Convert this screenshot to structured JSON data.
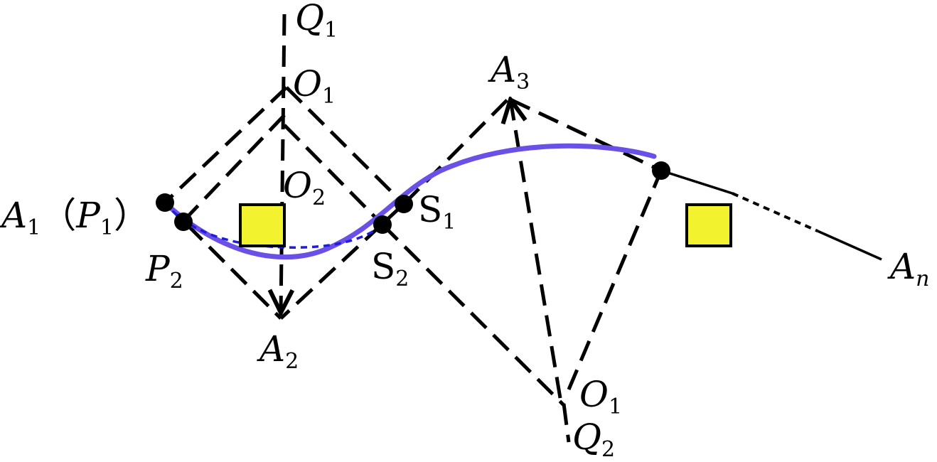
{
  "colors": {
    "path_curve": "#6a50e6",
    "dashed_curve": "#1d1de0",
    "obstacle_fill": "#f2f22e",
    "line": "#000000"
  },
  "labels": {
    "q1": {
      "main": "Q",
      "sub": "1"
    },
    "o1_top": {
      "main": "O",
      "sub": "1"
    },
    "o2": {
      "main": "O",
      "sub": "2"
    },
    "a1_p1": {
      "main": "A",
      "sub": "1",
      "paren_open": "（",
      "main2": "P",
      "sub2": "1",
      "paren_close": "）"
    },
    "p2": {
      "main": "P",
      "sub": "2"
    },
    "a2": {
      "main": "A",
      "sub": "2"
    },
    "s1": {
      "main": "S",
      "sub": "1"
    },
    "s2": {
      "main": "S",
      "sub": "2"
    },
    "a3": {
      "main": "A",
      "sub": "3"
    },
    "o1_bottom": {
      "main": "O",
      "sub": "1"
    },
    "q2": {
      "main": "Q",
      "sub": "2"
    },
    "an": {
      "main": "A",
      "sub": "n"
    }
  }
}
